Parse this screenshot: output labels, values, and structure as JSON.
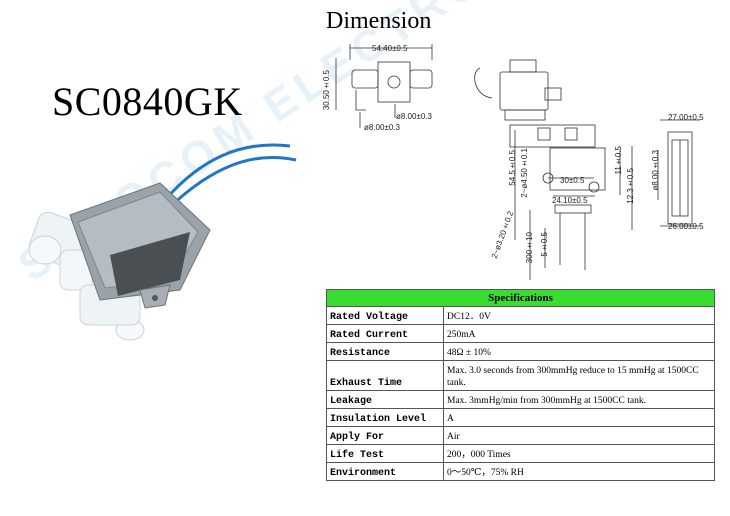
{
  "model": "SC0840GK",
  "dimension_title": "Dimension",
  "watermark": "SKOOCOM ELECTRONIC CO., LTD.",
  "dimensions": {
    "overall_width": "54.40±0.5",
    "height": "30.50±0.5",
    "tube_dia_a": "ø8.00±0.3",
    "tube_dia_b": "ø8.00±0.3",
    "body_height": "54.5±0.5",
    "hole_dia": "2~ø4.50±0.1",
    "hole_pitch": "30±0.5",
    "base_width": "24.10±0.5",
    "wire_dia": "2~ø3.20±0.2",
    "lead_length": "300±10",
    "strip_length": "5±0.5",
    "mount_offset": "11±0.5",
    "center_height": "12.3±0.5",
    "side_width_top": "27.00±0.5",
    "side_width_bottom": "26.00±0.5",
    "side_tube_dia": "ø8.00±0.3"
  },
  "specs": {
    "title": "Specifications",
    "rows": [
      {
        "label": "Rated Voltage",
        "value": "DC12．0V"
      },
      {
        "label": "Rated Current",
        "value": "250mA"
      },
      {
        "label": "Resistance",
        "value": "48Ω ± 10%"
      },
      {
        "label": "Exhaust Time",
        "value": "Max. 3.0 seconds from 300mmHg reduce to 15 mmHg at 1500CC tank."
      },
      {
        "label": "Leakage",
        "value": "Max. 3mmHg/min from 300mmHg at 1500CC tank."
      },
      {
        "label": "Insulation Level",
        "value": "A"
      },
      {
        "label": "Apply For",
        "value": "Air"
      },
      {
        "label": "Life Test",
        "value": "200，000 Times"
      },
      {
        "label": "Environment",
        "value": "0～50℃，75% RH"
      }
    ]
  },
  "colors": {
    "header_green": "#39dd31",
    "wire_blue": "#1f76c9",
    "valve_white": "#eef3f6",
    "frame_grey": "#9aa3aa"
  }
}
